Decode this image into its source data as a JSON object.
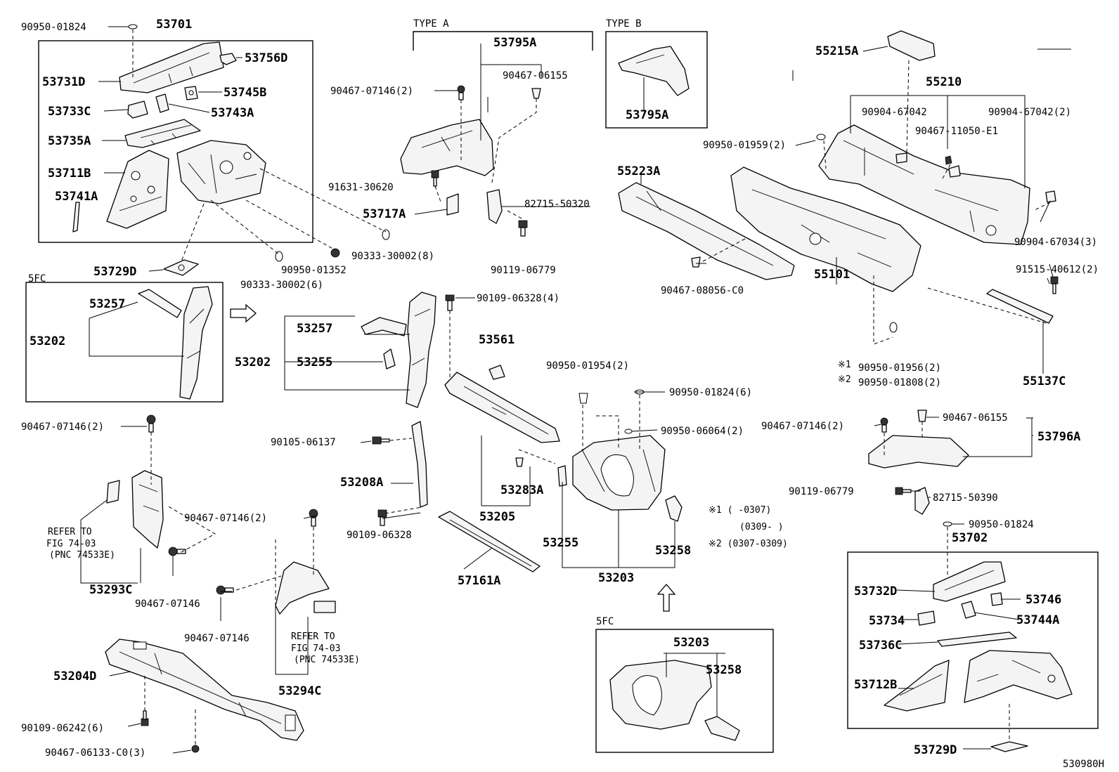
{
  "diagram_id": "530980H",
  "sections": {
    "type_a": "TYPE A",
    "type_b": "TYPE B",
    "fc_top": "5FC",
    "fc_bottom": "5FC"
  },
  "refer_left": {
    "line1": "REFER TO",
    "line2": "FIG 74-03",
    "line3": "(PNC 74533E)"
  },
  "refer_center": {
    "line1": "REFER TO",
    "line2": "FIG 74-03",
    "line3": "(PNC 74533E)"
  },
  "notes": {
    "n1_mark": "※1",
    "n1_text": "(      -0307)",
    "n1b_text": "(0309-      )",
    "n2_mark": "※2",
    "n2_text": "(0307-0309)"
  },
  "callouts": {
    "p53701": "53701",
    "b90950_01824_a": "90950-01824",
    "p53731D": "53731D",
    "p53756D": "53756D",
    "p53745B": "53745B",
    "p53733C": "53733C",
    "p53743A": "53743A",
    "p53735A": "53735A",
    "p53711B": "53711B",
    "p53741A": "53741A",
    "p53729D_a": "53729D",
    "p53795A_top": "53795A",
    "b90467_07146_2_a": "90467-07146(2)",
    "b90467_06155_a": "90467-06155",
    "b91631_30620": "91631-30620",
    "p53717A": "53717A",
    "b82715_50320": "82715-50320",
    "b90119_06779_a": "90119-06779",
    "b90333_30002_8": "90333-30002(8)",
    "b90950_01352": "90950-01352",
    "b90333_30002_6": "90333-30002(6)",
    "p53795A_b": "53795A",
    "p55215A": "55215A",
    "p55210": "55210",
    "b90904_67042": "90904-67042",
    "b90904_67042_2": "90904-67042(2)",
    "b90467_11050_E1": "90467-11050-E1",
    "b90950_01959_2": "90950-01959(2)",
    "p55223A": "55223A",
    "b90904_67034_3": "90904-67034(3)",
    "b91515_40612_2": "91515-40612(2)",
    "p55101": "55101",
    "b90467_08056_C0": "90467-08056-C0",
    "b90950_01956_2": "90950-01956(2)",
    "b90950_01808_2": "90950-01808(2)",
    "p55137C": "55137C",
    "p53257_fc": "53257",
    "p53202_fc": "53202",
    "p53257": "53257",
    "p53202": "53202",
    "p53255_a": "53255",
    "b90109_06328_4": "90109-06328(4)",
    "p53561": "53561",
    "b90950_01954_2": "90950-01954(2)",
    "b90950_01824_6": "90950-01824(6)",
    "b90950_06064_2": "90950-06064(2)",
    "b90467_07146_2_r": "90467-07146(2)",
    "b90467_06155_r": "90467-06155",
    "p53796A": "53796A",
    "b90119_06779_r": "90119-06779",
    "b82715_50390": "82715-50390",
    "b90950_01824_r": "90950-01824",
    "p53702": "53702",
    "p53732D": "53732D",
    "p53746": "53746",
    "p53734": "53734",
    "p53744A": "53744A",
    "p53736C": "53736C",
    "p53712B": "53712B",
    "p53729D_b": "53729D",
    "b90467_07146_2_l": "90467-07146(2)",
    "b90105_06137": "90105-06137",
    "p53208A": "53208A",
    "p53283A": "53283A",
    "p53205": "53205",
    "b90109_06328": "90109-06328",
    "p57161A": "57161A",
    "p53255_b": "53255",
    "p53258_a": "53258",
    "p53203_a": "53203",
    "p53293C": "53293C",
    "b90467_07146_2_c": "90467-07146(2)",
    "b90467_07146_a": "90467-07146",
    "b90467_07146_b": "90467-07146",
    "p53294C": "53294C",
    "p53204D": "53204D",
    "b90109_06242_6": "90109-06242(6)",
    "b90467_06133_C0_3": "90467-06133-C0(3)",
    "p53203_b": "53203",
    "p53258_b": "53258"
  }
}
